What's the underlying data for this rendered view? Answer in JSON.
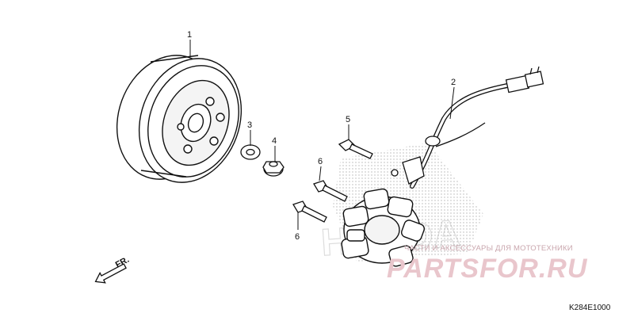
{
  "callouts": [
    {
      "id": "1",
      "text": "1"
    },
    {
      "id": "2",
      "text": "2"
    },
    {
      "id": "3",
      "text": "3"
    },
    {
      "id": "4",
      "text": "4"
    },
    {
      "id": "5",
      "text": "5"
    },
    {
      "id": "6a",
      "text": "6"
    },
    {
      "id": "6b",
      "text": "6"
    }
  ],
  "direction": {
    "text": "FR."
  },
  "watermark": {
    "tagline": "ЧАСТИ И АКСЕССУАРЫ ДЛЯ МОТОТЕХНИКИ",
    "brand": "PARTSFOR.RU",
    "faint_mark": "HONDA",
    "color": "#e9c6cc"
  },
  "diagram_code": "K284E1000"
}
